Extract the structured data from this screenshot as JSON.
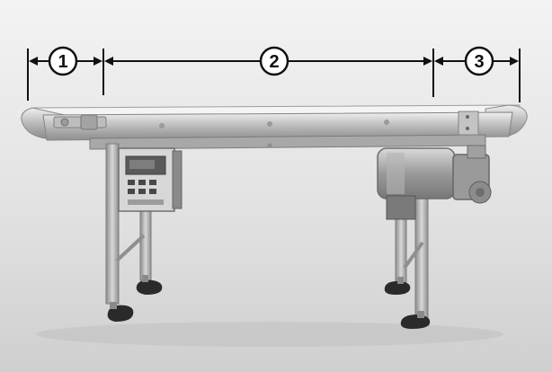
{
  "figure": {
    "callouts": [
      {
        "label": "1"
      },
      {
        "label": "2"
      },
      {
        "label": "3"
      }
    ]
  },
  "colors": {
    "background_top": "#f2f2f2",
    "background_bottom": "#cfcfcf",
    "steel_light": "#e6e6e6",
    "steel_mid": "#b8b8b8",
    "steel_dark": "#8a8a8a",
    "ink": "#111111",
    "panel_dark": "#555555",
    "feet": "#2a2a2a"
  },
  "icons": {
    "callout_marker": "circle-number",
    "dimension_arrow": "double-arrow"
  }
}
